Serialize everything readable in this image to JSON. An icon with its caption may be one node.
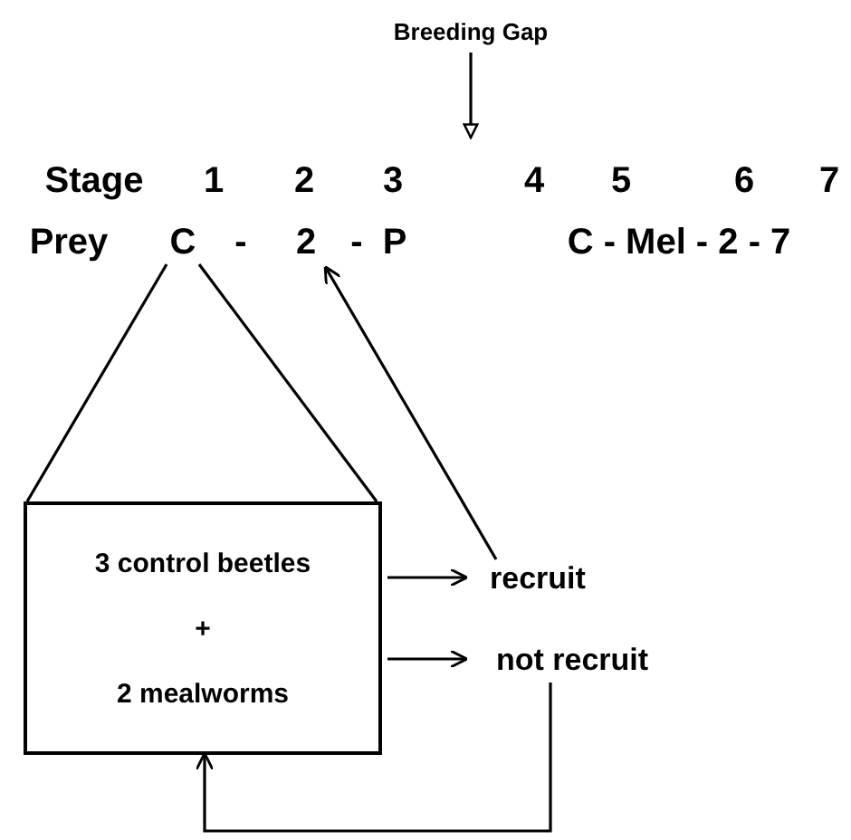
{
  "diagram": {
    "nodes": [
      {
        "text": [
          "Breeding Gap"
        ]
      },
      {
        "text": [
          "C"
        ]
      },
      {
        "text": [
          "2"
        ]
      },
      {
        "text": [
          "3 control beetles",
          "+",
          "2 mealworms"
        ]
      },
      {
        "text": [
          "recruit"
        ]
      },
      {
        "text": [
          "not recruit"
        ]
      }
    ],
    "edges": [
      {
        "from": 0,
        "to": null,
        "arrow": "to"
      },
      {
        "from": 1,
        "to": 3,
        "arrow": "none"
      },
      {
        "from": 1,
        "to": 3,
        "arrow": "none"
      },
      {
        "from": 4,
        "to": 2,
        "arrow": "to"
      },
      {
        "from": 3,
        "to": 4,
        "arrow": "to"
      },
      {
        "from": 3,
        "to": 5,
        "arrow": "to"
      },
      {
        "from": 5,
        "to": 3,
        "arrow": "to"
      }
    ],
    "labels": [
      "Stage",
      "1",
      "2",
      "3",
      "4",
      "5",
      "6",
      "7",
      "Prey",
      "-",
      "-",
      "P",
      "C - Mel - 2 - 7"
    ]
  }
}
